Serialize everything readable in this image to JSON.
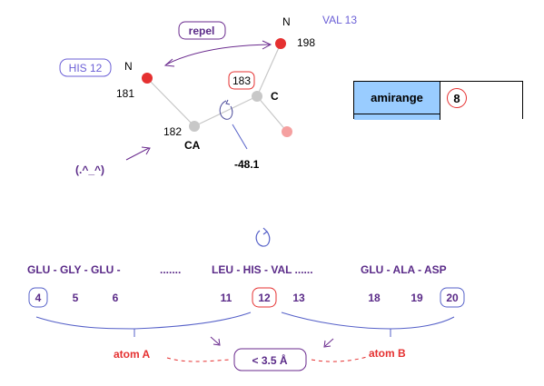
{
  "labels": {
    "repel": "repel",
    "his12": "HIS 12",
    "val13": "VAL 13",
    "smiley": "(.^_^)",
    "torsion": "-48.1"
  },
  "atoms": {
    "n_his": {
      "name": "N",
      "num": "181"
    },
    "ca": {
      "name": "CA",
      "num": "182"
    },
    "c": {
      "name": "C",
      "num": "183"
    },
    "n_val": {
      "name": "N",
      "num": "198"
    }
  },
  "widget": {
    "label": "amirange",
    "value": "8"
  },
  "sequence": {
    "group1": "GLU - GLY - GLU -",
    "dots1": ".......",
    "group2": "LEU - HIS - VAL ......",
    "group3": "GLU - ALA - ASP",
    "numbers": [
      "4",
      "5",
      "6",
      "11",
      "12",
      "13",
      "18",
      "19",
      "20"
    ]
  },
  "bottom": {
    "atom_a": "atom A",
    "atom_b": "atom B",
    "distance": "<  3.5 Å"
  },
  "colors": {
    "purple": "#6a2a8e",
    "bracket_blue": "#5560c8",
    "red": "#e53030",
    "grey_atom": "#c8c8c8",
    "pink_atom": "#f5a0a0"
  }
}
